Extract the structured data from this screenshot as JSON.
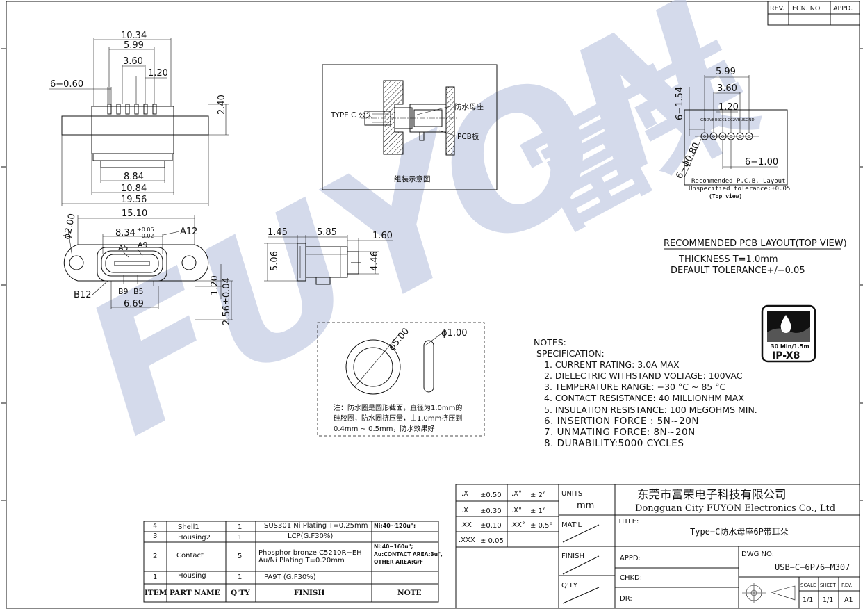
{
  "revision_block": {
    "rev": "REV.",
    "ecn": "ECN. NO.",
    "appd": "APPD."
  },
  "watermark": {
    "latin": "FUYON",
    "cjk": "富荣"
  },
  "top_view": {
    "dims": [
      "10.34",
      "5.99",
      "3.60",
      "1.20",
      "6−0.60",
      "2.40",
      "8.84",
      "10.84",
      "19.56"
    ]
  },
  "front_view": {
    "dims": [
      "15.10",
      "8.34",
      "+0.06",
      "−0.02",
      "A12",
      "A5",
      "A9",
      "ϕ2.00",
      "B12",
      "B9",
      "B5",
      "6.69",
      "1.20",
      "2.56±0.04"
    ]
  },
  "side_view": {
    "dims": [
      "1.45",
      "5.85",
      "1.60",
      "5.06",
      "4.46"
    ]
  },
  "assembly": {
    "plug_label": "TYPE C 公头",
    "receptacle_label": "防水母座",
    "pcb_label": "PCB板",
    "caption": "组装示意图"
  },
  "oring": {
    "dia_outer": "ϕ5.00",
    "dia_section": "ϕ1.00",
    "note_lines": [
      "注：防水圈是圆形截面，直径为1.0mm的",
      "硅胶圈，防水圈挤压量，由1.0mm挤压到",
      "0.4mm ~ 0.5mm，防水效果好"
    ]
  },
  "pcb_layout": {
    "dims": [
      "5.99",
      "3.60",
      "1.20",
      "6−1.54",
      "6−ϕ0.80",
      "6−1.00"
    ],
    "pins": [
      "GND",
      "VBUS",
      "CC1",
      "CC2",
      "VBUS",
      "GND"
    ],
    "caption_1": "Recommended P.C.B. Layout",
    "caption_2": "Unspecified tolerance:±0.05",
    "caption_3": "(Top view)",
    "title": "RECOMMENDED PCB LAYOUT(TOP VIEW)",
    "thickness": "THICKNESS T=1.0mm",
    "tolerance": "DEFAULT TOLERANCE+/−0.05"
  },
  "ip_badge": {
    "sub": "30 Min/1.5m",
    "rating": "IP-X8"
  },
  "notes": {
    "heading": "NOTES:",
    "spec_heading": "SPECIFICATION:",
    "items": [
      "1.  CURRENT RATING: 3.0A MAX",
      "2.  DIELECTRIC WITHSTAND VOLTAGE: 100VAC",
      "3.  TEMPERATURE RANGE: −30 °C ~ 85 °C",
      "4.  CONTACT RESISTANCE: 40 MILLIONHM MAX",
      "5.  INSULATION RESISTANCE: 100 MEGOHMS MIN.",
      "6.  INSERTION  FORCE  : 5N~20N",
      "7.  UNMATING  FORCE: 8N~20N",
      "8.  DURABILITY:5000  CYCLES"
    ]
  },
  "bom": {
    "headers": [
      "ITEM",
      "PART  NAME",
      "Q'TY",
      "FINISH",
      "NOTE"
    ],
    "rows": [
      {
        "item": "4",
        "part": "Shell1",
        "qty": "1",
        "finish": "SUS301  Ni   Plating  T=0.25mm",
        "note": "Ni:40~120u\";"
      },
      {
        "item": "3",
        "part": "Housing2",
        "qty": "1",
        "finish": "LCP(G.F30%)",
        "note": ""
      },
      {
        "item": "2",
        "part": "Contact",
        "qty": "5",
        "finish": "Phosphor  bronze  C5210R−EH",
        "finish_2": "Au/Ni   Plating   T=0.20mm",
        "note": "Ni:40~160u\";",
        "note_2": "Au:CONTACT AREA:3u\",",
        "note_3": "OTHER AREA:G/F"
      },
      {
        "item": "1",
        "part": "Housing",
        "qty": "1",
        "finish": "PA9T  (G.F30%)",
        "note": ""
      }
    ]
  },
  "title_block": {
    "tolerances": [
      {
        "label": ".X",
        "value": "±0.50",
        "alabel": ".X°",
        "avalue": "± 2°"
      },
      {
        "label": ".X",
        "value": "±0.30",
        "alabel": ".X°",
        "avalue": "± 1°"
      },
      {
        "label": ".XX",
        "value": "±0.10",
        "alabel": ".XX°",
        "avalue": "± 0.5°"
      },
      {
        "label": ".XXX",
        "value": "± 0.05",
        "alabel": "",
        "avalue": ""
      }
    ],
    "units_label": "UNITS",
    "units_value": "mm",
    "matl_label": "MAT'L",
    "finish_label": "FINISH",
    "qty_label": "Q'TY",
    "company_cn": "东莞市富荣电子科技有限公司",
    "company_en": "Dongguan City FUYON Electronics Co., Ltd",
    "title_label": "TITLE:",
    "title_value": "Type−C防水母座6P带耳朵",
    "appd_label": "APPD:",
    "chkd_label": "CHKD:",
    "dr_label": "DR:",
    "dwg_label": "DWG NO:",
    "dwg_value": "USB−C−6P76−M307",
    "scale_label": "SCALE",
    "sheet_label": "SHEET",
    "rev_label": "REV.",
    "scale_value": "1/1",
    "sheet_value": "1/1",
    "rev_value": "A1"
  }
}
